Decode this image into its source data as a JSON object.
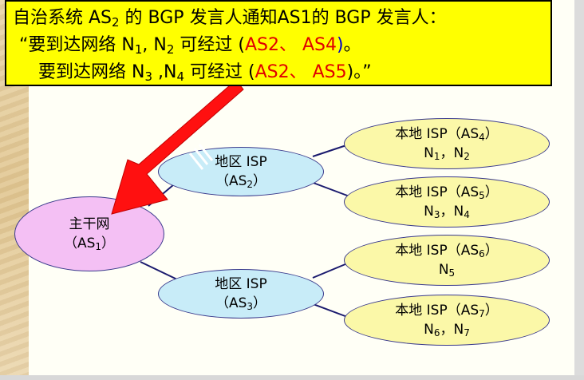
{
  "callout": {
    "line1": {
      "a": "自治系统 AS",
      "a_sub": "2",
      "b": " 的 BGP 发言人通知AS1的 BGP 发言人："
    },
    "line2": {
      "a": "“要到达网络 N",
      "a_sub": "1",
      "b": ", N",
      "b_sub": "2",
      "c": " 可经过 (",
      "as_x": "AS2、 AS4",
      "d": ")",
      "e": "。"
    },
    "line3": {
      "a": "要到达网络 N",
      "a_sub": "3",
      "b": " ,N",
      "b_sub": "4",
      "c": " 可经过 (",
      "as_x": "AS2、 AS5",
      "d": ")。”"
    }
  },
  "nodes": {
    "backbone": {
      "line1": "主干网",
      "line2_pre": "（AS",
      "line2_sub": "1",
      "line2_post": "）"
    },
    "as2": {
      "line1": "地区 ISP",
      "line2_pre": "（AS",
      "line2_sub": "2",
      "line2_post": "）"
    },
    "as3": {
      "line1": "地区 ISP",
      "line2_pre": "（AS",
      "line2_sub": "3",
      "line2_post": "）"
    },
    "as4": {
      "line1_pre": "本地 ISP（AS",
      "line1_sub": "4",
      "line1_post": "）",
      "line2_a": "N",
      "line2_a_sub": "1",
      "line2_b": "，N",
      "line2_b_sub": "2"
    },
    "as5": {
      "line1_pre": "本地 ISP（AS",
      "line1_sub": "5",
      "line1_post": "）",
      "line2_a": "N",
      "line2_a_sub": "3",
      "line2_b": "，N",
      "line2_b_sub": "4"
    },
    "as6": {
      "line1_pre": "本地 ISP（AS",
      "line1_sub": "6",
      "line1_post": "）",
      "line2_a": "N",
      "line2_a_sub": "5"
    },
    "as7": {
      "line1_pre": "本地 ISP（AS",
      "line1_sub": "7",
      "line1_post": "）",
      "line2_a": "N",
      "line2_a_sub": "6",
      "line2_b": "，N",
      "line2_b_sub": "7"
    }
  },
  "colors": {
    "callout_bg": "#ffff00",
    "highlight": "#e00000",
    "paren": "#0000cc",
    "arrow": "#ff0000",
    "backbone_fill": "#f4c0f4",
    "regional_fill": "#c8ecf8",
    "local_fill": "#fbf8a8",
    "link": "#1a1a6e"
  },
  "icons": {
    "arrow": "red-block-arrow"
  }
}
